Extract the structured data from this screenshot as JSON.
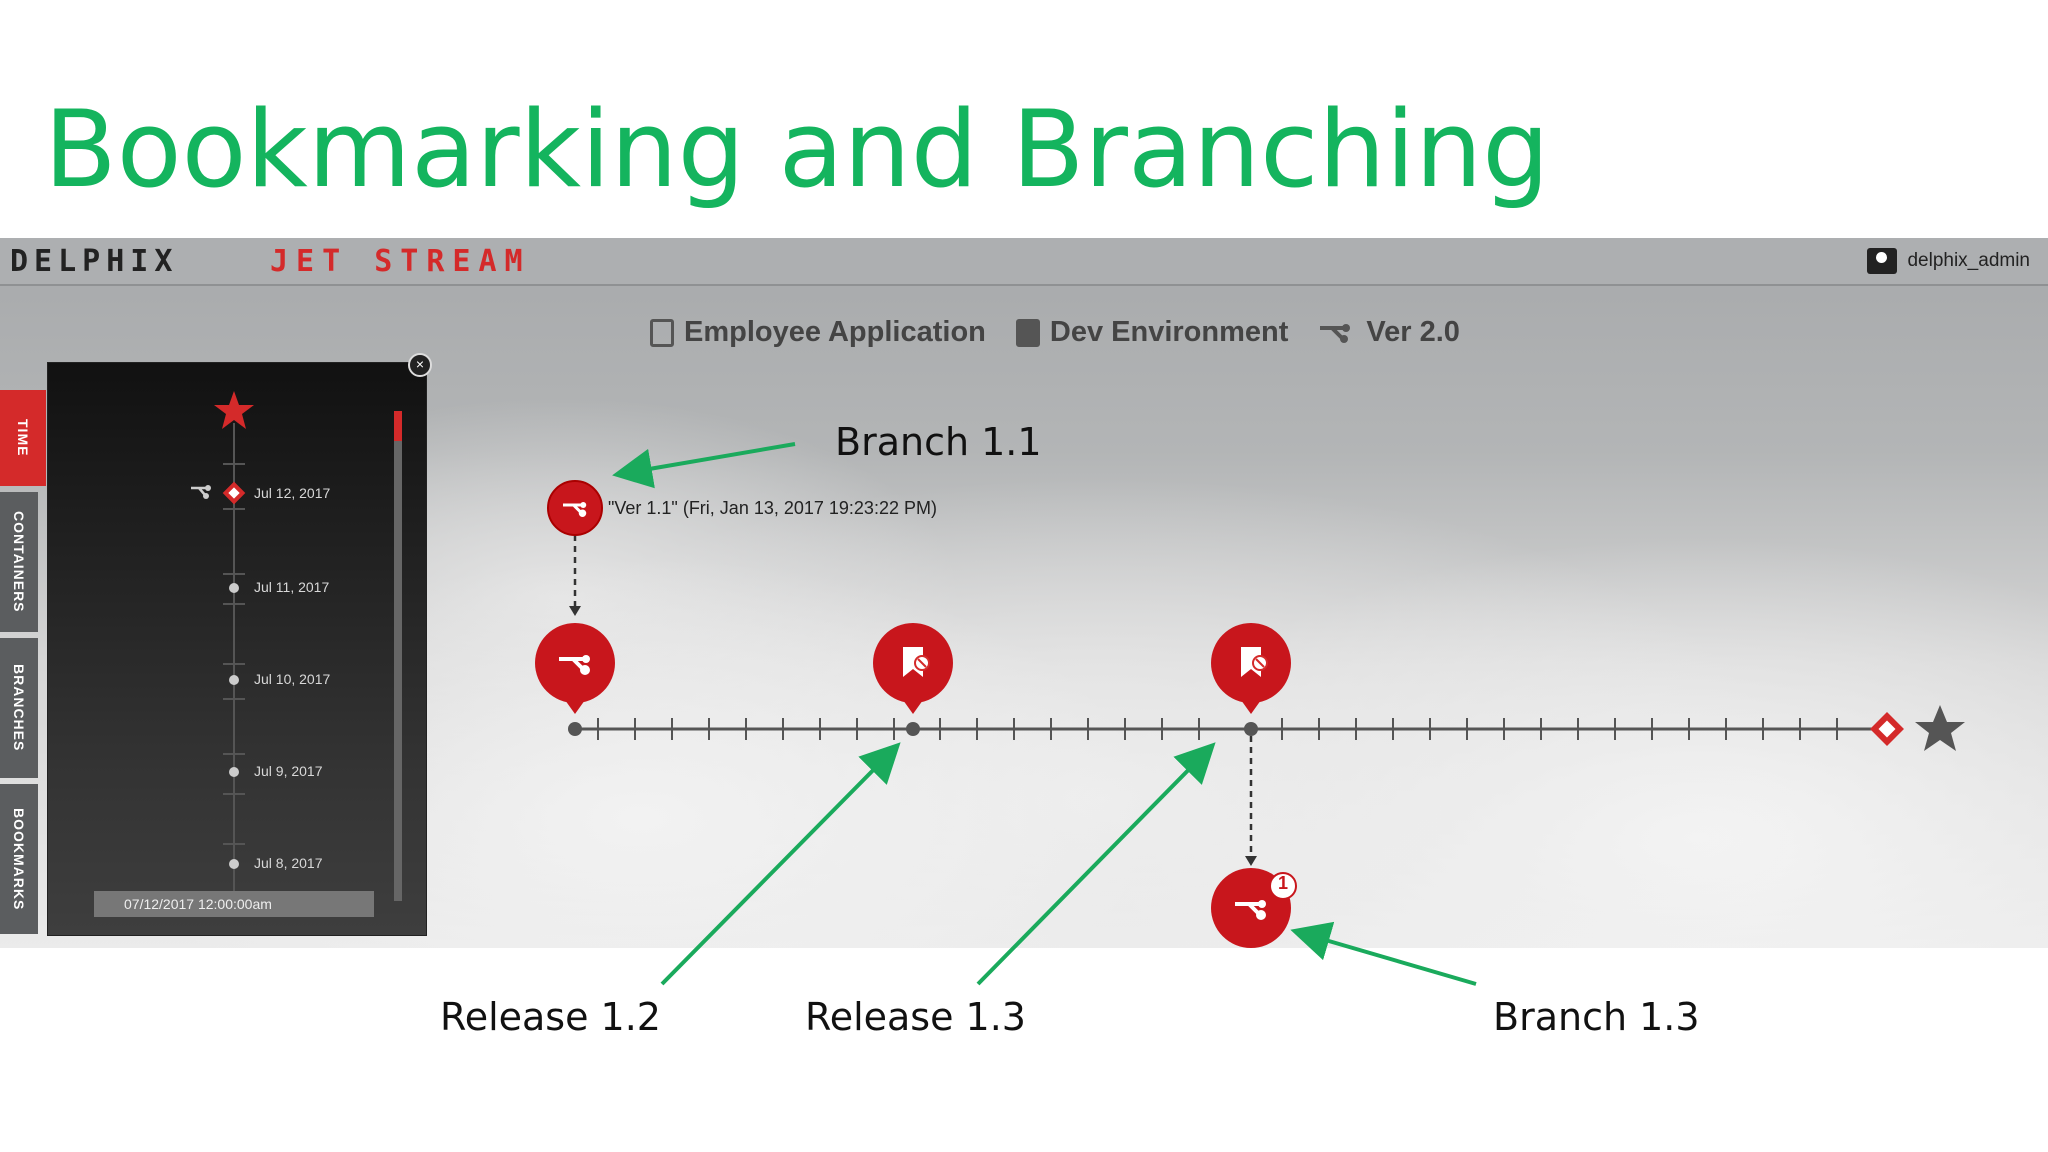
{
  "slide": {
    "title": "Bookmarking and Branching"
  },
  "app": {
    "logo_left": "DELPHIX",
    "logo_right": "JET STREAM",
    "user": "delphix_admin",
    "breadcrumbs": [
      {
        "label": "Employee Application",
        "icon": "document-icon"
      },
      {
        "label": "Dev Environment",
        "icon": "container-icon"
      },
      {
        "label": "Ver 2.0",
        "icon": "branch-icon"
      }
    ],
    "side_tabs": [
      "TIME",
      "CONTAINERS",
      "BRANCHES",
      "BOOKMARKS"
    ],
    "timeline_dates": [
      "Jul 12, 2017",
      "Jul 11, 2017",
      "Jul 10, 2017",
      "Jul 9, 2017",
      "Jul 8, 2017"
    ],
    "date_input": "07/12/2017 12:00:00am",
    "version_label": "\"Ver 1.1\" (Fri, Jan 13, 2017 19:23:22 PM)",
    "badge_count": "1"
  },
  "annotations": {
    "branch_11": "Branch 1.1",
    "release_12": "Release 1.2",
    "release_13": "Release 1.3",
    "branch_13": "Branch 1.3"
  },
  "colors": {
    "accent": "#d42a2a",
    "title_green": "#14b45e",
    "arrow_green": "#1aaa5c"
  }
}
